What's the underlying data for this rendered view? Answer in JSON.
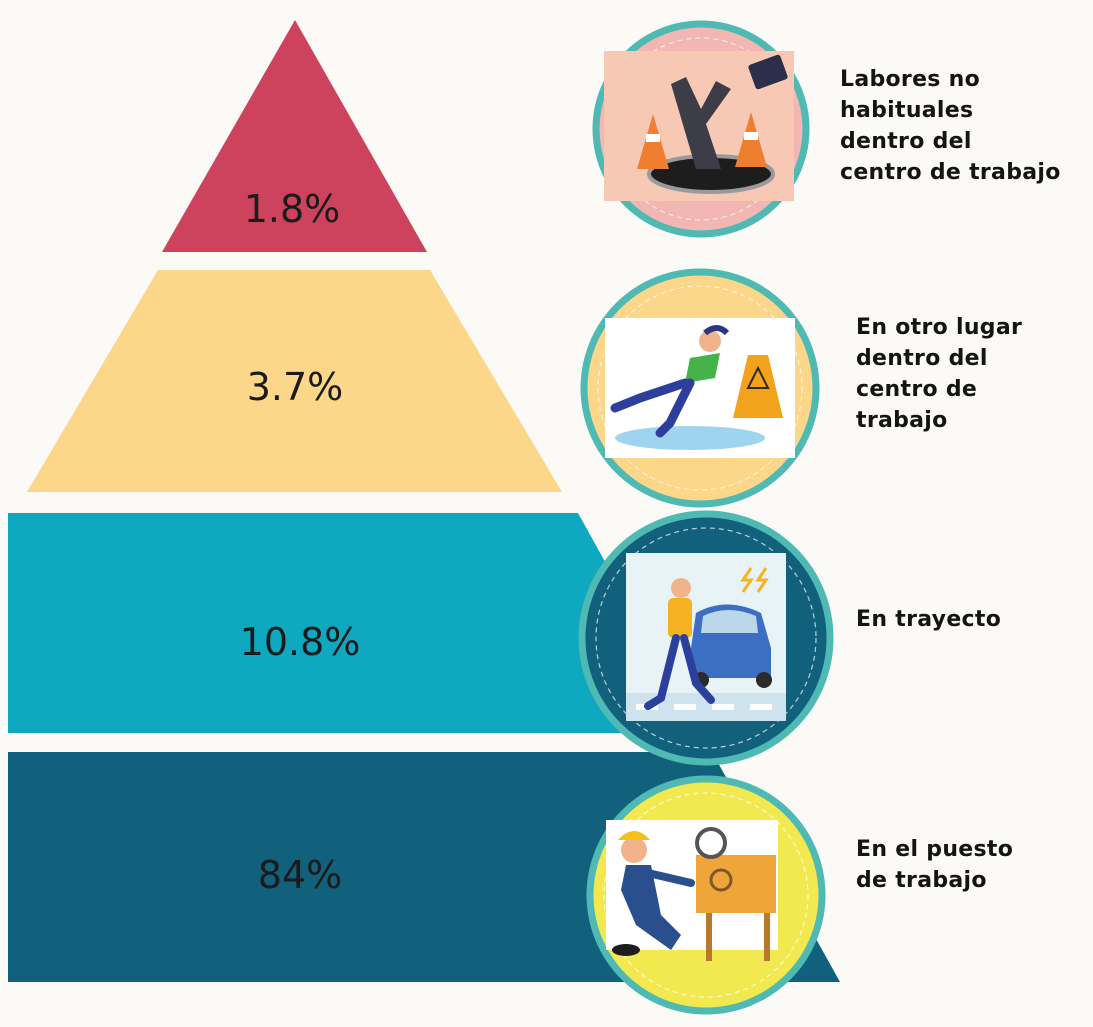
{
  "chart_data": {
    "type": "pyramid",
    "unit": "%",
    "tiers": [
      {
        "value": 1.8,
        "value_label": "1.8%",
        "color": "#cd425c",
        "label_lines": [
          "Labores no",
          "habituales",
          "dentro del",
          "centro de trabajo"
        ],
        "icon": "worker-falling-into-manhole-icon",
        "icon_ring": "#4fb9b3",
        "icon_bg": "#f2b7b2"
      },
      {
        "value": 3.7,
        "value_label": "3.7%",
        "color": "#fcd78a",
        "label_lines": [
          "En otro lugar",
          "dentro del",
          "centro de",
          "trabajo"
        ],
        "icon": "person-slipping-on-wet-floor-icon",
        "icon_ring": "#4fb9b3",
        "icon_bg": "#fcd78a"
      },
      {
        "value": 10.8,
        "value_label": "10.8%",
        "color": "#0ea8c0",
        "label_lines": [
          "En trayecto"
        ],
        "icon": "pedestrian-and-car-icon",
        "icon_ring": "#4fb9b3",
        "icon_bg": "#11607c"
      },
      {
        "value": 84,
        "value_label": "84%",
        "color": "#11607c",
        "label_lines": [
          "En el puesto",
          "de trabajo"
        ],
        "icon": "worker-at-machine-icon",
        "icon_ring": "#4fb9b3",
        "icon_bg": "#f1e94f"
      }
    ]
  }
}
